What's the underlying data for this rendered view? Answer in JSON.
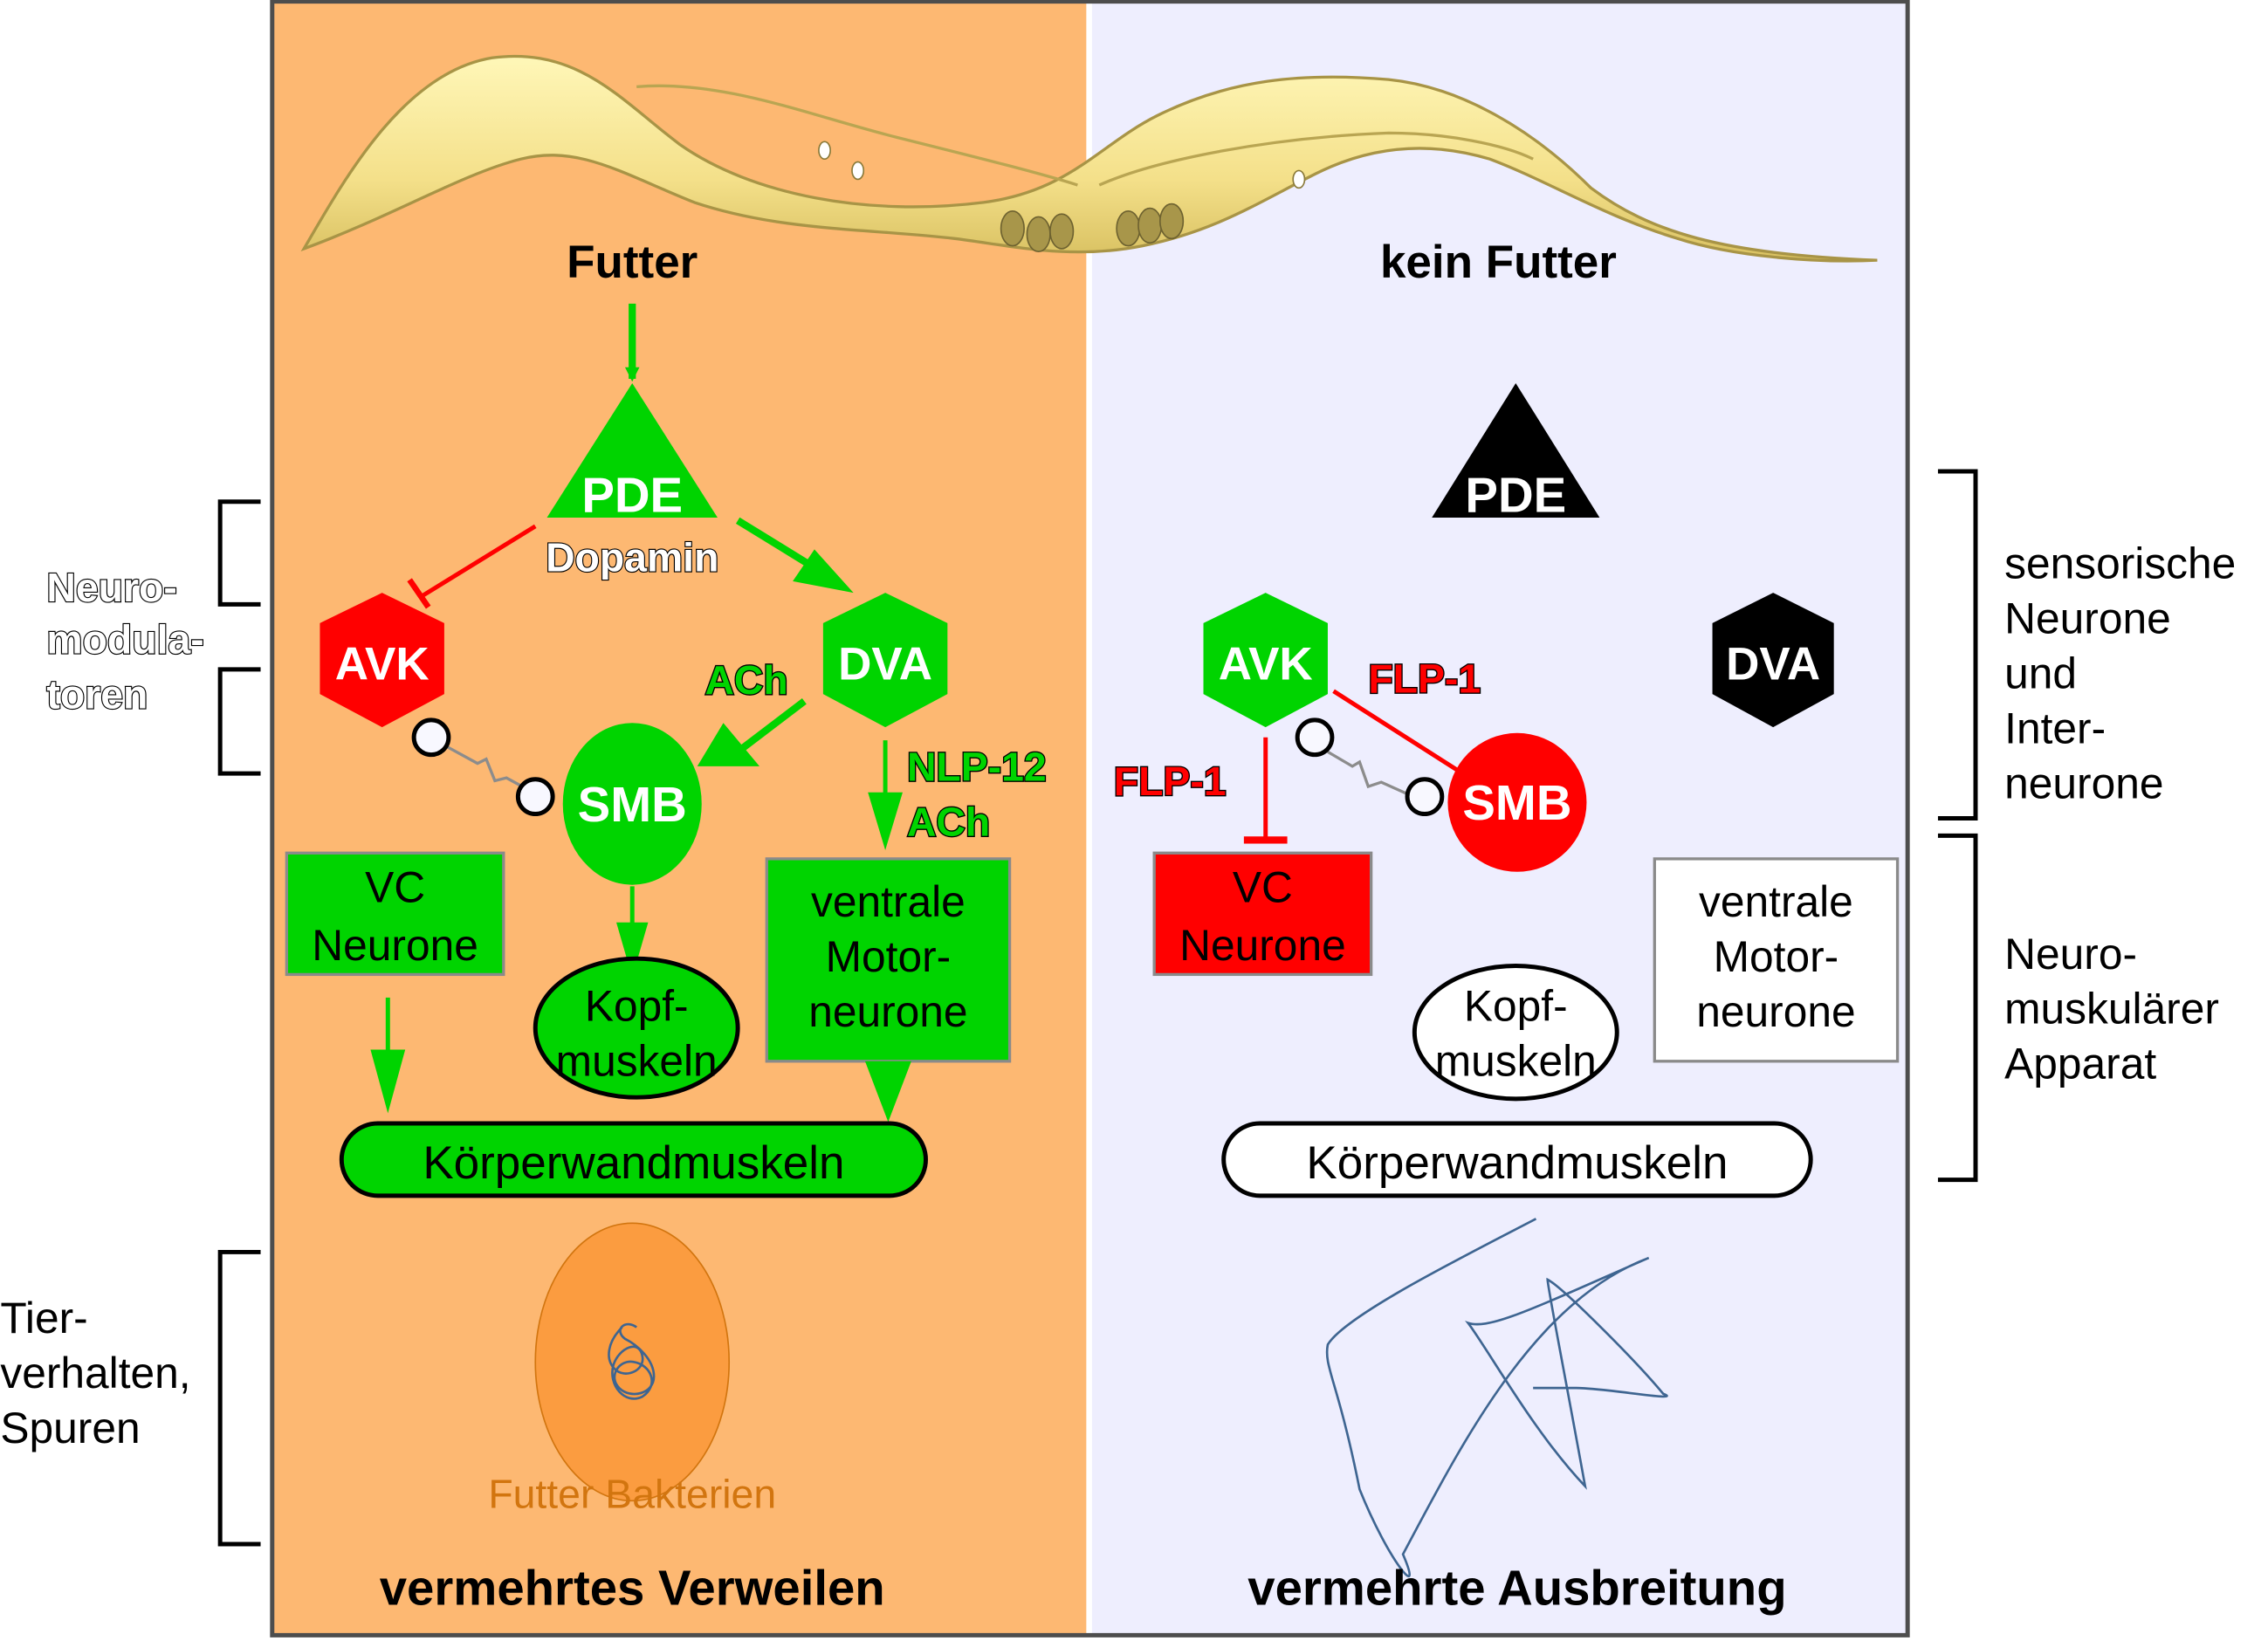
{
  "colors": {
    "food_bg": "#fdb872",
    "no_food_bg": "#eeeefe",
    "active_green": "#00d400",
    "inhibit_red": "#ff0000",
    "inactive_black": "#000000",
    "bacteria_orange": "#fb9c40",
    "bacteria_label": "#d2750f",
    "track_blue": "#3e6591"
  },
  "left_labels": {
    "neuromodulators": [
      "Neuro-",
      "modula-",
      "toren"
    ],
    "behavior": [
      "Tier-",
      "verhalten,",
      "Spuren"
    ]
  },
  "right_labels": {
    "sensory": [
      "sensorische",
      "Neurone",
      "und",
      "Inter-",
      "neurone"
    ],
    "neuromuscular": [
      "Neuro-",
      "muskulärer",
      "Apparat"
    ]
  },
  "food_panel": {
    "title": "Futter",
    "pde": "PDE",
    "dopamine": "Dopamin",
    "avk": "AVK",
    "dva": "DVA",
    "ach_smb": "ACh",
    "smb": "SMB",
    "nlp12": "NLP-12",
    "ach_motor": "ACh",
    "vc": [
      "VC",
      "Neurone"
    ],
    "motor": [
      "ventrale",
      "Motor-",
      "neurone"
    ],
    "head_muscles": [
      "Kopf-",
      "muskeln"
    ],
    "body_muscles": "Körperwandmuskeln",
    "bacteria": "Futter Bakterien",
    "outcome": "vermehrtes Verweilen"
  },
  "no_food_panel": {
    "title": "kein Futter",
    "pde": "PDE",
    "avk": "AVK",
    "dva": "DVA",
    "flp1_smb": "FLP-1",
    "flp1_vc": "FLP-1",
    "smb": "SMB",
    "vc": [
      "VC",
      "Neurone"
    ],
    "motor": [
      "ventrale",
      "Motor-",
      "neurone"
    ],
    "head_muscles": [
      "Kopf-",
      "muskeln"
    ],
    "body_muscles": "Körperwandmuskeln",
    "outcome": "vermehrte Ausbreitung"
  }
}
